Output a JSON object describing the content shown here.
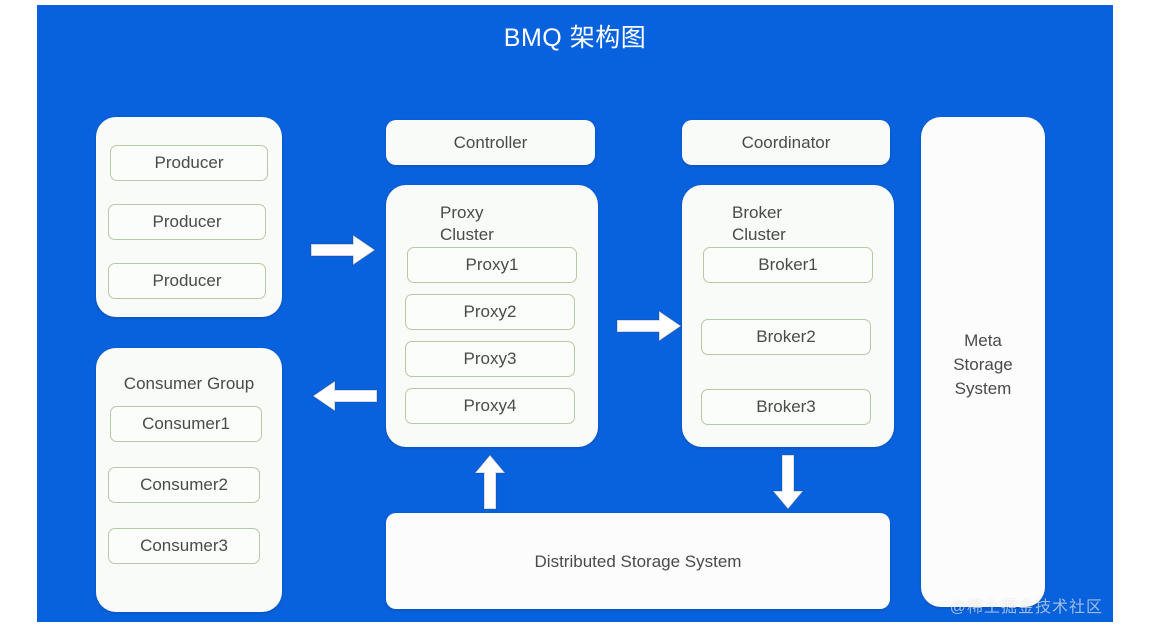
{
  "title": "BMQ 架构图",
  "theme": {
    "background": "#0962dd",
    "panel_fill": "#f8fbf7",
    "node_fill": "#fbfdfa",
    "node_border": "#b9c9a5",
    "text": "#4a4a4a",
    "title_text": "#ffffff",
    "arrow_fill": "#ffffff"
  },
  "producer_group": {
    "nodes": [
      {
        "label": "Producer"
      },
      {
        "label": "Producer"
      },
      {
        "label": "Producer"
      }
    ]
  },
  "consumer_group": {
    "title": "Consumer Group",
    "nodes": [
      {
        "label": "Consumer1"
      },
      {
        "label": "Consumer2"
      },
      {
        "label": "Consumer3"
      }
    ]
  },
  "controller": {
    "label": "Controller"
  },
  "coordinator": {
    "label": "Coordinator"
  },
  "proxy_cluster": {
    "title": "Proxy\nCluster",
    "nodes": [
      {
        "label": "Proxy1"
      },
      {
        "label": "Proxy2"
      },
      {
        "label": "Proxy3"
      },
      {
        "label": "Proxy4"
      }
    ]
  },
  "broker_cluster": {
    "title": "Broker\nCluster",
    "nodes": [
      {
        "label": "Broker1"
      },
      {
        "label": "Broker2"
      },
      {
        "label": "Broker3"
      }
    ]
  },
  "meta_storage": {
    "label": "Meta\nStorage\nSystem"
  },
  "distributed_storage": {
    "label": "Distributed Storage System"
  },
  "arrows": [
    {
      "name": "producers-to-proxy",
      "direction": "right"
    },
    {
      "name": "proxy-to-consumers",
      "direction": "left"
    },
    {
      "name": "proxy-to-broker",
      "direction": "right"
    },
    {
      "name": "storage-to-proxy",
      "direction": "up"
    },
    {
      "name": "broker-to-storage",
      "direction": "down"
    }
  ],
  "watermark": "@稀土掘金技术社区"
}
